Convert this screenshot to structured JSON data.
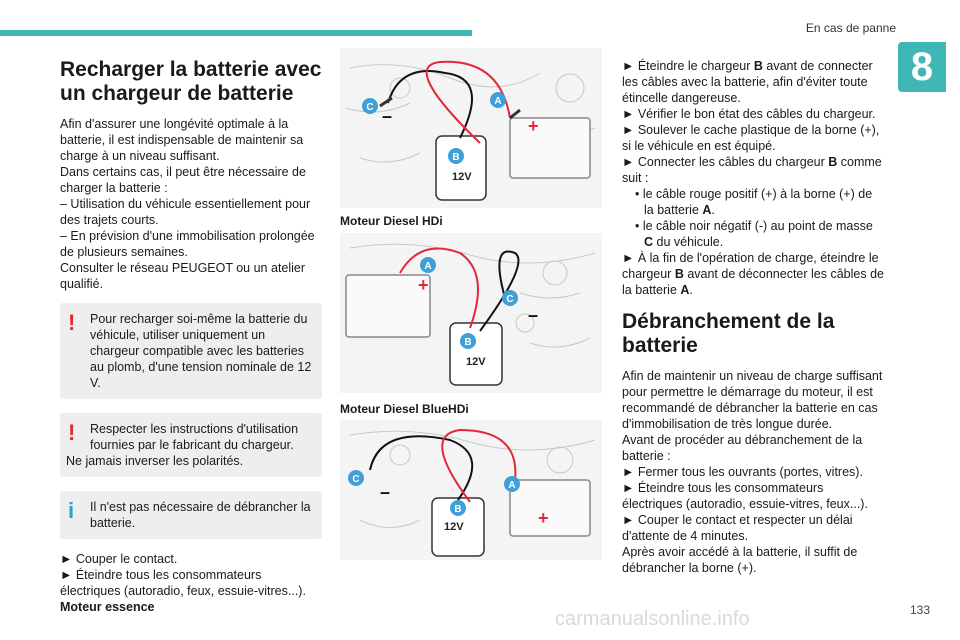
{
  "header": {
    "section": "En cas de panne",
    "chapter": "8"
  },
  "col1": {
    "title": "Recharger la batterie avec un chargeur de batterie",
    "intro": [
      "Afin d'assurer une longévité optimale à la batterie, il est indispensable de maintenir sa charge à un niveau suffisant.",
      "Dans certains cas, il peut être nécessaire de charger la batterie :",
      "– Utilisation du véhicule essentiellement pour des trajets courts.",
      "– En prévision d'une immobilisation prolongée de plusieurs semaines.",
      "Consulter le réseau PEUGEOT ou un atelier qualifié."
    ],
    "warn1": "Pour recharger soi-même la batterie du véhicule, utiliser uniquement un chargeur compatible avec les batteries au plomb, d'une tension nominale de 12 V.",
    "warn2a": "Respecter les instructions d'utilisation fournies par le fabricant du chargeur.",
    "warn2b": "Ne jamais inverser les polarités.",
    "info": "Il n'est pas nécessaire de débrancher la batterie.",
    "steps": [
      "► Couper le contact.",
      "► Éteindre tous les consommateurs électriques (autoradio, feux, essuie-vitres...)."
    ],
    "engine_label": "Moteur essence"
  },
  "col2": {
    "caption1": "Moteur Diesel HDi",
    "caption2": "Moteur Diesel BlueHDi",
    "charger_label": "12V",
    "label_a": "A",
    "label_b": "B",
    "label_c": "C",
    "plus": "+",
    "minus": "–"
  },
  "col3": {
    "p1_a": "► Éteindre le chargeur ",
    "p1_b": "B",
    "p1_c": " avant de connecter les câbles avec la batterie, afin d'éviter toute étincelle dangereuse.",
    "p2": "► Vérifier le bon état des câbles du chargeur.",
    "p3": "► Soulever le cache plastique de la borne (+), si le véhicule en est équipé.",
    "p4_a": "► Connecter les câbles du chargeur ",
    "p4_b": "B",
    "p4_c": " comme suit :",
    "s1_a": "• le câble rouge positif (+) à la borne (+) de la batterie ",
    "s1_b": "A",
    "s1_c": ".",
    "s2_a": "• le câble noir négatif (-) au point de masse ",
    "s2_b": "C",
    "s2_c": " du véhicule.",
    "p5_a": "► À la fin de l'opération de charge, éteindre le chargeur ",
    "p5_b": "B",
    "p5_c": " avant de déconnecter les câbles de la batterie ",
    "p5_d": "A",
    "p5_e": ".",
    "title2": "Débranchement de la batterie",
    "q1": "Afin de maintenir un niveau de charge suffisant pour permettre le démarrage du moteur, il est recommandé de débrancher la batterie en cas d'immobilisation de très longue durée.",
    "q2": "Avant de procéder au débranchement de la batterie :",
    "q3": "► Fermer tous les ouvrants (portes, vitres).",
    "q4": "► Éteindre tous les consommateurs électriques (autoradio, essuie-vitres, feux...).",
    "q5": "► Couper le contact et respecter un délai d'attente de 4 minutes.",
    "q6": "Après avoir accédé à la batterie, il suffit de débrancher la borne (+)."
  },
  "footer": {
    "page": "133",
    "watermark": "carmanualsonline.info"
  },
  "colors": {
    "accent": "#3fb7b5",
    "warning": "#e2283a",
    "info": "#2c9bd6",
    "cable_red": "#e2283a",
    "label_bg": "#3f9fd6"
  }
}
